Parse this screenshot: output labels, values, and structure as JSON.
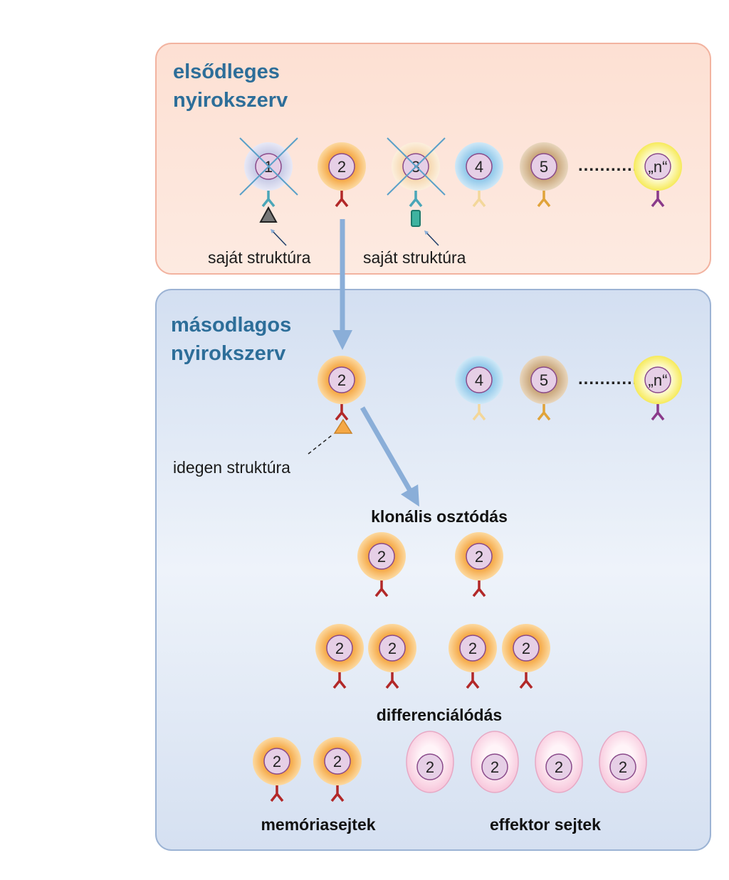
{
  "primary": {
    "title_line1": "elsődleges",
    "title_line2": "nyirokszerv"
  },
  "secondary": {
    "title_line1": "másodlagos",
    "title_line2": "nyirokszerv"
  },
  "labels": {
    "self_structure_1": "saját struktúra",
    "self_structure_2": "saját struktúra",
    "foreign_structure": "idegen struktúra",
    "clonal_division": "klonális osztódás",
    "differentiation": "differenciálódás",
    "memory_cells": "memóriasejtek",
    "effector_cells": "effektor sejtek",
    "ellipsis": "..........."
  },
  "clones": [
    {
      "label": "1",
      "body": "#c8cbe6",
      "glow": "#e3e5f4",
      "receptor": "#4aa6b8",
      "deleted": true
    },
    {
      "label": "2",
      "body": "#f5a845",
      "glow": "#fcd9a0",
      "receptor": "#b22828",
      "deleted": false
    },
    {
      "label": "3",
      "body": "#f6d8b0",
      "glow": "#fbead3",
      "receptor": "#4aa6b8",
      "deleted": true
    },
    {
      "label": "4",
      "body": "#8fc8ea",
      "glow": "#c6e3f5",
      "receptor": "#f3d79a",
      "deleted": false
    },
    {
      "label": "5",
      "body": "#c9a67a",
      "glow": "#e3cfb3",
      "receptor": "#e0a33a",
      "deleted": false
    },
    {
      "label": "„n“",
      "body": "#fdfac8",
      "glow": "#fbf07a",
      "receptor": "#8a3a8a",
      "deleted": false
    }
  ],
  "colors": {
    "primary_panel_fill": "#fde3d7",
    "primary_panel_stroke": "#f2b3a0",
    "secondary_panel_fill": "#d8e3f3",
    "secondary_panel_stroke": "#9cb3d4",
    "arrow": "#8aaed8",
    "nucleus": "#e6cfe6",
    "nucleus_stroke": "#8a4a8a",
    "effector_body": "#fde8f1",
    "effector_stroke": "#e7a8c4",
    "self_antigen_triangle": "#666666",
    "self_antigen_rect": "#3fb3a0",
    "foreign_antigen": "#f5a845"
  }
}
